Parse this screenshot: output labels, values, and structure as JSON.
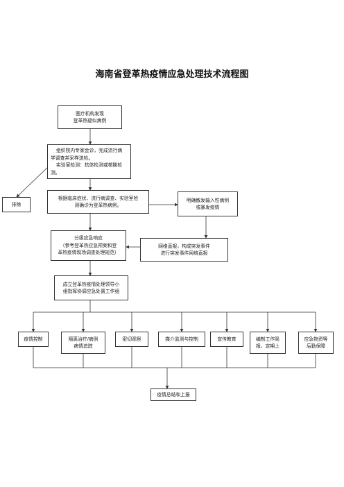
{
  "title": "海南省登革热疫情应急处理技术流程图",
  "nodes": {
    "discover": [
      "医疗机构发现",
      "登革热疑似病例"
    ],
    "expert": [
      "组织院内专家会诊，完成流行病",
      "学调查并采样送检。",
      "实验室检测：抗体检测或核酸检",
      "测。"
    ],
    "exclude": "排除",
    "diagnose": [
      "根据临床症状、流行病调查、实验室检",
      "测确诊为登革热病例。"
    ],
    "outbreak": [
      "明确散发输入性病例",
      "或暴发疫情"
    ],
    "response": [
      "分级应急响应",
      "（参考登革热应急预案和登",
      "革热疫情现场调查处理规范）"
    ],
    "report": [
      "网络直报，构成突发事件",
      "进行突发事件网络直报"
    ],
    "leadership": [
      "成立登革热疫情处理领导小",
      "组指挥协调应急处置工作组"
    ],
    "tasks": [
      [
        "疫情控制"
      ],
      [
        "隔离治疗/病例",
        "病情追踪"
      ],
      [
        "密切观察"
      ],
      [
        "媒介监测与控制"
      ],
      [
        "宣传教育"
      ],
      [
        "编制工作简",
        "报，定期上"
      ],
      [
        "应急物资等",
        "后勤保障"
      ]
    ],
    "summary": "疫情总结和上报"
  }
}
